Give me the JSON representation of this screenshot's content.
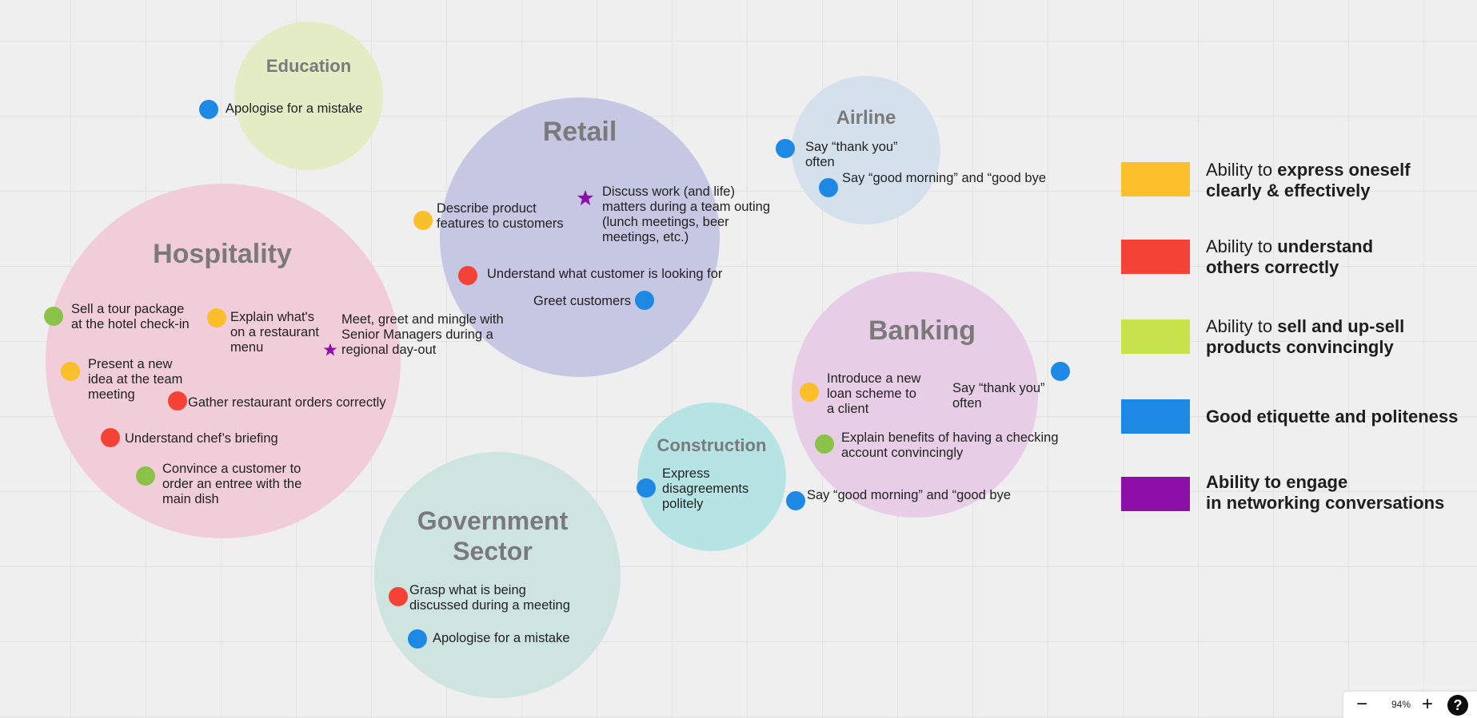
{
  "colors": {
    "express": "#fbbf2c",
    "understand": "#f44336",
    "sell": "#8bc34a",
    "etiquette": "#1e88e5",
    "networking": "#8e0fa8",
    "legend_sell": "#c6e34b"
  },
  "sectors": {
    "education": "Education",
    "retail": "Retail",
    "airline": "Airline",
    "hospitality": "Hospitality",
    "banking": "Banking",
    "construction": "Construction",
    "government": "Government\nSector"
  },
  "items": {
    "edu_apologise": "Apologise for a mistake",
    "retail_describe": "Describe product\nfeatures to customers",
    "retail_discuss": "Discuss work (and life)\nmatters during a team outing\n(lunch meetings, beer\nmeetings, etc.)",
    "retail_understand": "Understand what customer is looking for",
    "retail_greet": "Greet customers",
    "airline_thank": "Say “thank you”\noften",
    "airline_morning": "Say “good morning” and “good bye",
    "hosp_tour": "Sell a tour package\nat the hotel check-in",
    "hosp_menu": "Explain what's\non a restaurant\nmenu",
    "hosp_meet": "Meet, greet and mingle with\nSenior Managers during a\nregional day-out",
    "hosp_present": "Present a new\nidea at the team\nmeeting",
    "hosp_gather": "Gather restaurant orders correctly",
    "hosp_chef": "Understand chef’s briefing",
    "hosp_convince": "Convince a customer to\norder an entree with the\nmain dish",
    "bank_loan": "Introduce a new\nloan scheme to\na client",
    "bank_thank": "Say “thank you”\noften",
    "bank_checking": "Explain benefits of having a checking\naccount convincingly",
    "bank_morning": "Say “good morning” and “good bye",
    "cons_express": "Express\ndisagreements\npolitely",
    "gov_grasp": "Grasp what is being\ndiscussed during a meeting",
    "gov_apologise": "Apologise for a mistake"
  },
  "legend": [
    {
      "pre": "Ability to ",
      "bold": "express oneself\nclearly & effectively"
    },
    {
      "pre": "Ability to ",
      "bold": "understand\nothers correctly"
    },
    {
      "pre": "Ability to ",
      "bold": "sell and up-sell\nproducts convincingly"
    },
    {
      "pre": "",
      "bold": "Good etiquette and politeness"
    },
    {
      "pre": "",
      "bold": "Ability to engage\nin networking conversations"
    }
  ],
  "zoom": {
    "minus": "−",
    "value": "94%",
    "plus": "+",
    "help": "?"
  }
}
